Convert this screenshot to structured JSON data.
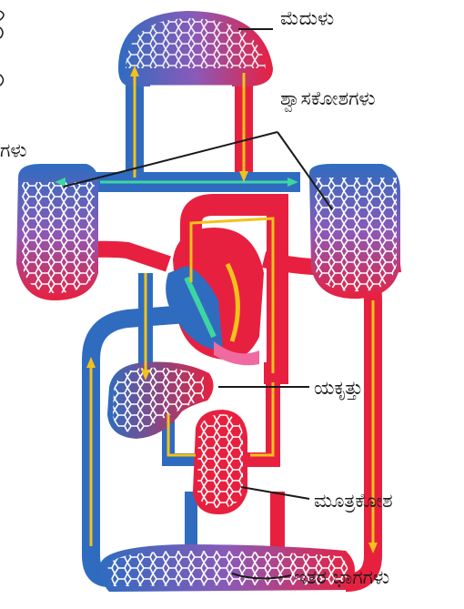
{
  "labels": {
    "brain": "ಮೆದುಳು",
    "lungs": "ಶ್ವಾಸಕೋಶಗಳು",
    "lungs_left_cut": "ಗಳು",
    "liver": "ಯಕೃತ್ತು",
    "kidney": "ಮೂತ್ರಕೋಶ",
    "other_parts": "ಇತರ ಭಾಗಗಳು"
  },
  "colors": {
    "oxygenated": "#e8203f",
    "deoxygenated": "#2f6cc0",
    "mixed": "#8a5ab8",
    "flow_arrow_yellow": "#f2c21a",
    "flow_arrow_green": "#3dd6a0",
    "heart_pink": "#f06aa0"
  }
}
